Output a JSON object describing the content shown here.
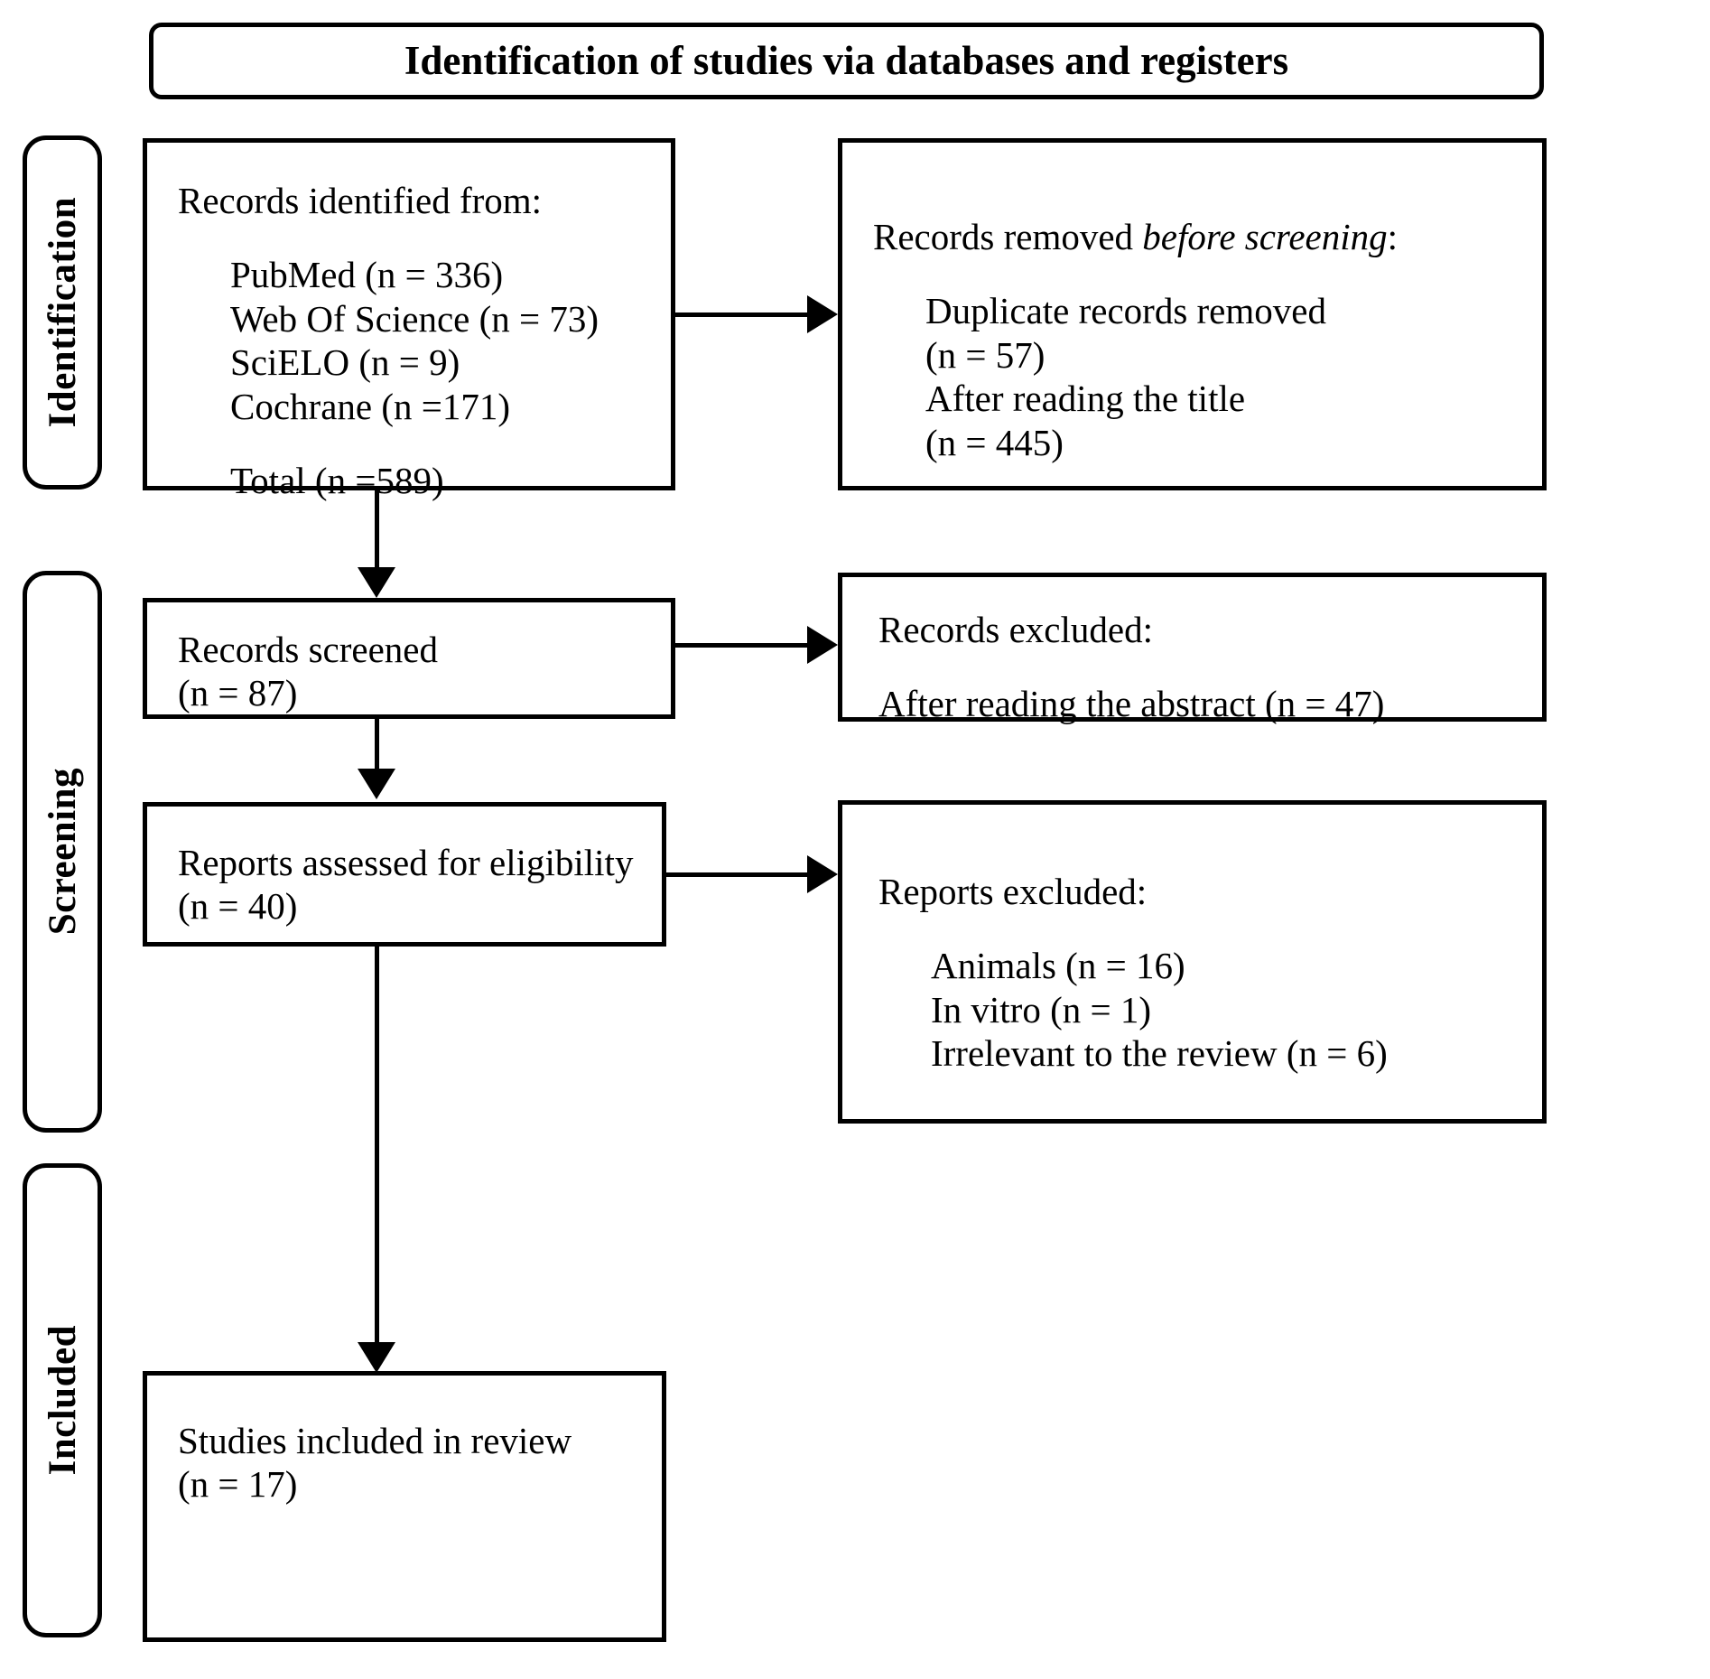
{
  "diagram": {
    "title": "Identification of studies via databases and registers",
    "phases": [
      {
        "label": "Identification"
      },
      {
        "label": "Screening"
      },
      {
        "label": "Included"
      }
    ],
    "boxes": {
      "records_identified": {
        "heading": "Records identified from:",
        "items": [
          "PubMed (n = 336)",
          "Web Of Science (n = 73)",
          "SciELO (n = 9)",
          "Cochrane (n =171)"
        ],
        "total": "Total (n =589)"
      },
      "records_removed": {
        "heading_plain": "Records removed ",
        "heading_italic": "before screening",
        "heading_suffix": ":",
        "items": [
          "Duplicate records removed",
          "(n = 57)",
          "After reading the title",
          "(n = 445)"
        ]
      },
      "records_screened": {
        "line1": "Records screened",
        "line2": "(n = 87)"
      },
      "records_excluded": {
        "heading": "Records excluded:",
        "detail": "After reading the abstract (n = 47)"
      },
      "reports_assessed": {
        "line1": "Reports assessed for eligibility",
        "line2": "(n = 40)"
      },
      "reports_excluded": {
        "heading": "Reports excluded:",
        "items": [
          "Animals (n = 16)",
          "In vitro (n = 1)",
          "Irrelevant to the review (n = 6)"
        ]
      },
      "studies_included": {
        "line1": "Studies included in review",
        "line2": "(n = 17)"
      }
    },
    "counts": {
      "pubmed": 336,
      "web_of_science": 73,
      "scielo": 9,
      "cochrane": 171,
      "total_identified": 589,
      "duplicates_removed": 57,
      "removed_after_title": 445,
      "records_screened": 87,
      "excluded_after_abstract": 47,
      "reports_assessed": 40,
      "excluded_animals": 16,
      "excluded_in_vitro": 1,
      "excluded_irrelevant": 6,
      "studies_included": 17
    },
    "colors": {
      "stroke": "#000000",
      "background": "#ffffff",
      "text": "#000000"
    }
  }
}
